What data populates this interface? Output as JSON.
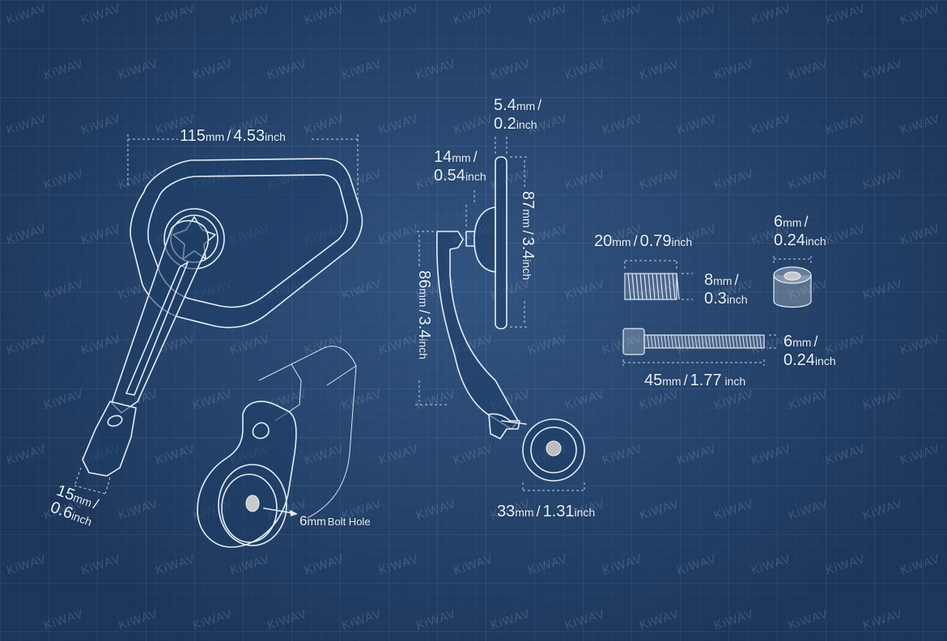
{
  "watermark": "KiWAV",
  "colors": {
    "background": "#26456f",
    "line": "#e4eef8",
    "dimension": "#b9d4ef",
    "text": "#e8f1fb"
  },
  "dimensions": {
    "mirror_width": {
      "mm": "115",
      "mm_unit": "mm",
      "sep": "/",
      "inch": "4.53",
      "inch_unit": "inch"
    },
    "mount_width": {
      "mm": "15",
      "mm_unit": "mm",
      "sep": "/",
      "inch": "0.6",
      "inch_unit": "inch"
    },
    "bolt_hole": {
      "mm": "6",
      "mm_unit": "mm",
      "text": "Bolt Hole"
    },
    "mirror_thickness": {
      "mm": "5.4",
      "mm_unit": "mm",
      "sep": "/",
      "inch": "0.2",
      "inch_unit": "inch"
    },
    "joint_depth": {
      "mm": "14",
      "mm_unit": "mm",
      "sep": "/",
      "inch": "0.54",
      "inch_unit": "inch"
    },
    "mirror_height": {
      "mm": "87",
      "mm_unit": "mm",
      "sep": "/",
      "inch": "3.4",
      "inch_unit": "inch"
    },
    "arm_height": {
      "mm": "86",
      "mm_unit": "mm",
      "sep": "/",
      "inch": "3.4",
      "inch_unit": "inch"
    },
    "clamp_width": {
      "mm": "33",
      "mm_unit": "mm",
      "sep": "/",
      "inch": "1.31",
      "inch_unit": "inch"
    },
    "insert_length": {
      "mm": "20",
      "mm_unit": "mm",
      "sep": "/",
      "inch": "0.79",
      "inch_unit": "inch"
    },
    "insert_diameter": {
      "mm": "8",
      "mm_unit": "mm",
      "sep": "/",
      "inch": "0.3",
      "inch_unit": "inch"
    },
    "spacer_size": {
      "mm": "6",
      "mm_unit": "mm",
      "sep": "/",
      "inch": "0.24",
      "inch_unit": "inch"
    },
    "bolt_diameter": {
      "mm": "6",
      "mm_unit": "mm",
      "sep": "/",
      "inch": "0.24",
      "inch_unit": "inch"
    },
    "bolt_length": {
      "mm": "45",
      "mm_unit": "mm",
      "sep": "/",
      "inch": "1.77",
      "inch_unit": "inch"
    }
  }
}
